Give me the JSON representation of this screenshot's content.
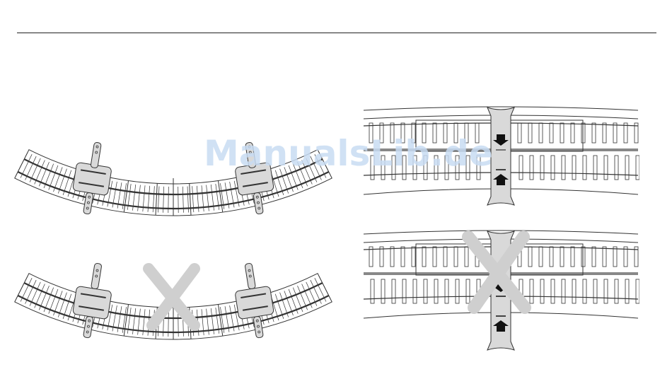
{
  "document": {
    "watermark_text": "ManualsLib.de"
  },
  "figures": [
    {
      "id": "clip-placement-correct-curved",
      "marked_wrong": false
    },
    {
      "id": "clip-placement-wrong-curved",
      "marked_wrong": true
    },
    {
      "id": "clip-alignment-correct-detail",
      "marked_wrong": false
    },
    {
      "id": "clip-alignment-wrong-detail",
      "marked_wrong": true
    }
  ],
  "colors": {
    "line": "#333333",
    "plate": "#d9d9d9",
    "cross": "#cfcfcf",
    "watermark": "#c8dcf3"
  }
}
